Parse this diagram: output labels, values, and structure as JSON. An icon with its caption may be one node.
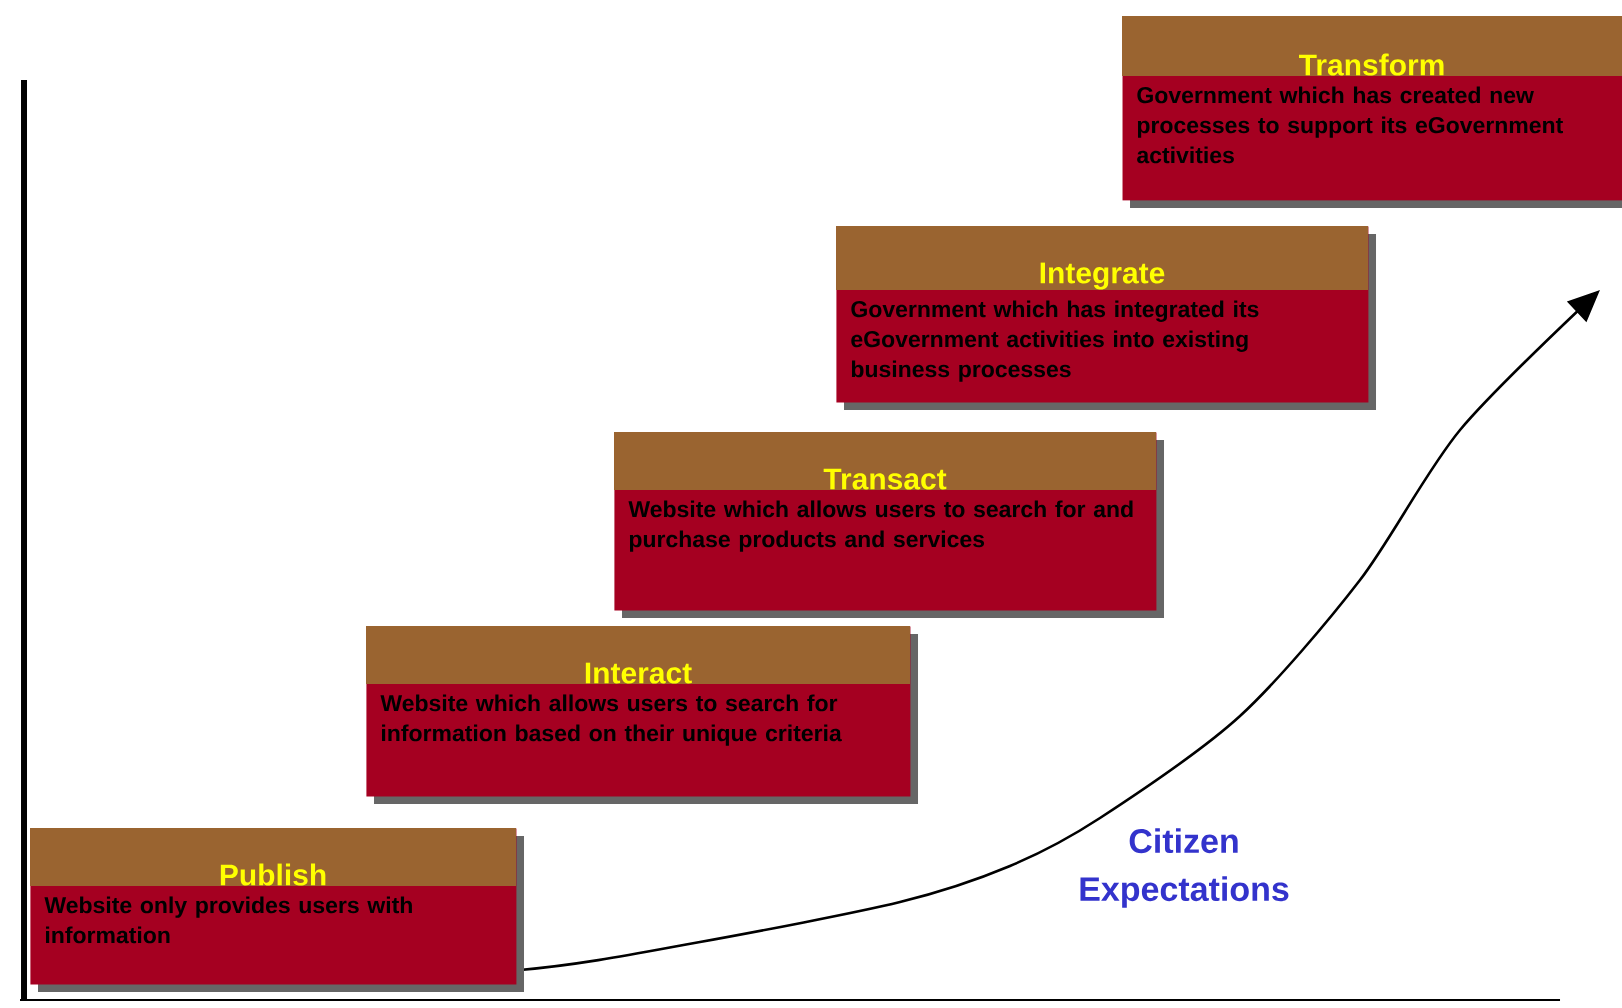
{
  "diagram": {
    "nodes": [
      {
        "text": [
          "Publish",
          "Website only provides users with information"
        ]
      },
      {
        "text": [
          "Interact",
          "Website which allows users to search for information based on their unique criteria"
        ]
      },
      {
        "text": [
          "Transact",
          "Website which allows users to search for and purchase products and services"
        ]
      },
      {
        "text": [
          "Integrate",
          "Government which has integrated its eGovernment activities into existing business processes"
        ]
      },
      {
        "text": [
          "Transform",
          "Government which has created new processes to support its eGovernment activities"
        ]
      }
    ],
    "edges": [],
    "labels": [
      "Citizen Expectations"
    ]
  }
}
